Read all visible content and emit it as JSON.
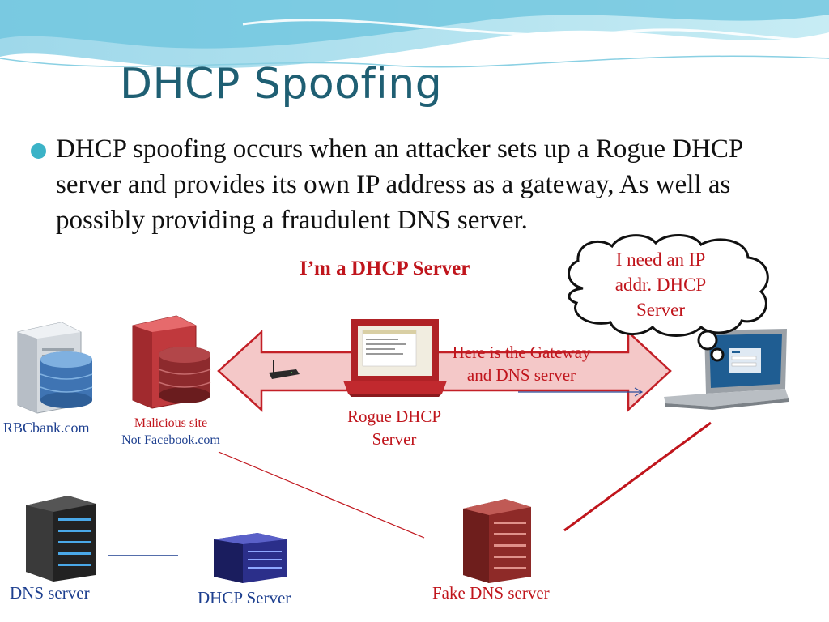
{
  "slide": {
    "title": "DHCP Spoofing",
    "bullet": "DHCP spoofing occurs when an attacker sets up a Rogue DHCP server and provides its own IP address as a gateway, As well as  possibly providing a fraudulent DNS server."
  },
  "callouts": {
    "attacker_says": "I’m a DHCP Server",
    "thought": [
      "I need an IP",
      "addr. DHCP",
      "Server"
    ],
    "gateway": [
      "Here is the Gateway",
      "and DNS server"
    ]
  },
  "nodes": {
    "rbcbank": "RBCbank.com",
    "malicious": [
      "Malicious site",
      "Not Facebook.com"
    ],
    "rogue_dhcp": [
      "Rogue DHCP",
      "Server"
    ],
    "dns_server": "DNS server",
    "dhcp_server": "DHCP Server",
    "fake_dns": "Fake DNS server"
  },
  "colors": {
    "title": "#1f5f73",
    "accent_red": "#c0151c",
    "bullet": "#3bb3c7",
    "blue_label": "#1d3f8f"
  }
}
